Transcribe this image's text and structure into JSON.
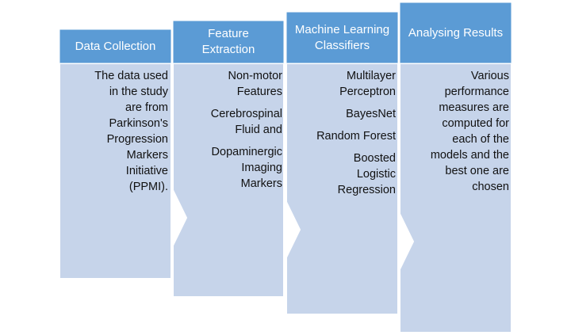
{
  "columns": [
    {
      "header": [
        "Data Collection"
      ],
      "body": [
        [
          "The data used",
          "in the study",
          "are from",
          "Parkinson's",
          "Progression",
          "Markers",
          "Initiative",
          "(PPMI)."
        ]
      ]
    },
    {
      "header": [
        "Feature",
        "Extraction"
      ],
      "body": [
        [
          "Non-motor",
          "Features"
        ],
        [
          "Cerebrospinal",
          "Fluid and"
        ],
        [
          "Dopaminergic",
          "Imaging",
          "Markers"
        ]
      ]
    },
    {
      "header": [
        "Machine Learning",
        "Classifiers"
      ],
      "body": [
        [
          "Multilayer",
          "Perceptron"
        ],
        [
          "BayesNet"
        ],
        [
          "Random Forest"
        ],
        [
          "Boosted",
          "Logistic",
          "Regression"
        ]
      ]
    },
    {
      "header": [
        "Analysing Results"
      ],
      "body": [
        [
          "Various",
          "performance",
          "measures are",
          "computed for",
          "each of the",
          "models and the",
          "best one are",
          "chosen"
        ]
      ]
    }
  ],
  "colors": {
    "header": "#5b9bd5",
    "body": "#c6d4ea",
    "text": "#111111",
    "header_text": "#ffffff"
  }
}
